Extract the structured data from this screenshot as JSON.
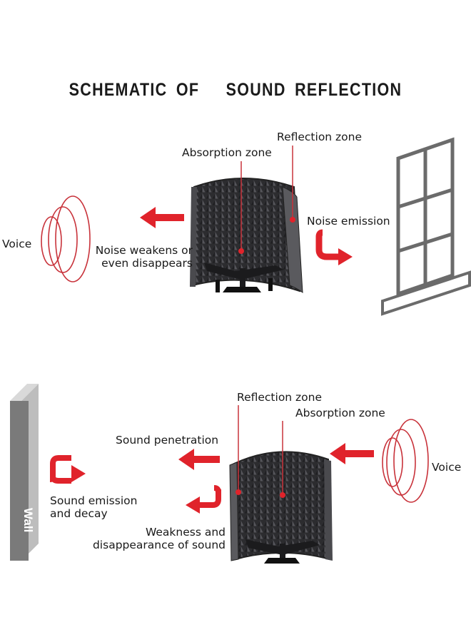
{
  "title": "SCHEMATIC OF   SOUND REFLECTION",
  "top": {
    "voice": "Voice",
    "absorption_zone": "Absorption zone",
    "reflection_zone": "Reflection zone",
    "noise_emission": "Noise emission",
    "noise_weakens_line1": "Noise weakens or",
    "noise_weakens_line2": "even disappears"
  },
  "bottom": {
    "wall": "Wall",
    "reflection_zone": "Reflection zone",
    "absorption_zone": "Absorption zone",
    "sound_penetration": "Sound penetration",
    "voice": "Voice",
    "sound_emission_line1": "Sound emission",
    "sound_emission_line2": "and decay",
    "weakness_line1": "Weakness and",
    "weakness_line2": "disappearance of sound"
  },
  "colors": {
    "arrow_red": "#e0232b",
    "wave_red": "#c8323a",
    "shield_dark": "#3d3d40",
    "wall_grey": "#7a7a7a",
    "window_grey": "#6b6b6b"
  }
}
